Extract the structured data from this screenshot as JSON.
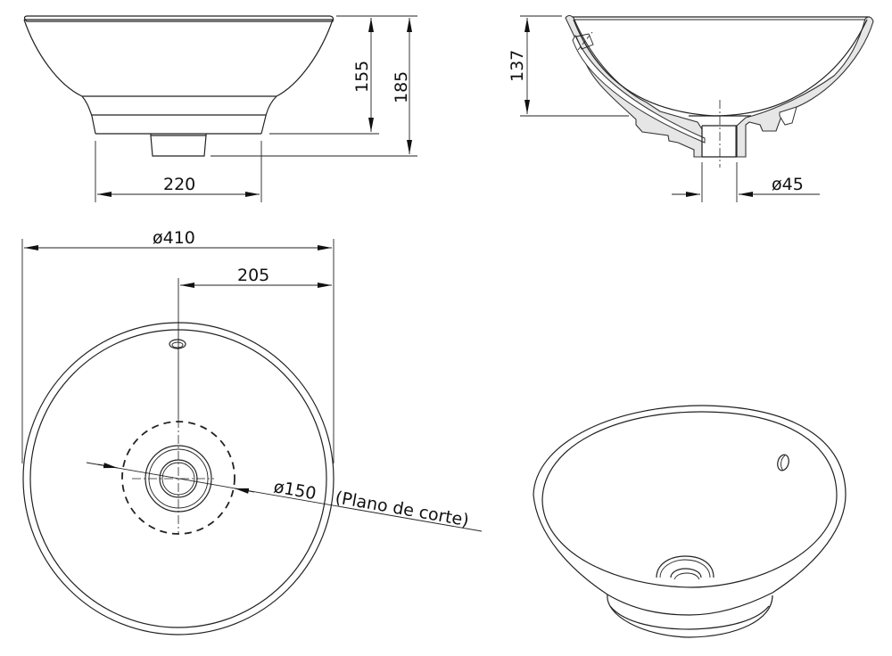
{
  "drawing": {
    "title": "Washbasin technical drawing",
    "views": {
      "side_elevation": {
        "dim_rim_to_base": "155",
        "dim_total_height": "185",
        "dim_base_width": "220"
      },
      "section": {
        "dim_bowl_depth": "137",
        "dim_drain_diameter": "ø45"
      },
      "plan": {
        "dim_outer_diameter": "ø410",
        "dim_radius_to_overflow": "205",
        "dim_cut_plane_diameter": "ø150",
        "cut_plane_label": "(Plano de corte)"
      },
      "isometric": {
        "label": ""
      }
    },
    "colors": {
      "line": "#222222",
      "section_fill": "#e6e6e6",
      "background": "#ffffff"
    }
  }
}
